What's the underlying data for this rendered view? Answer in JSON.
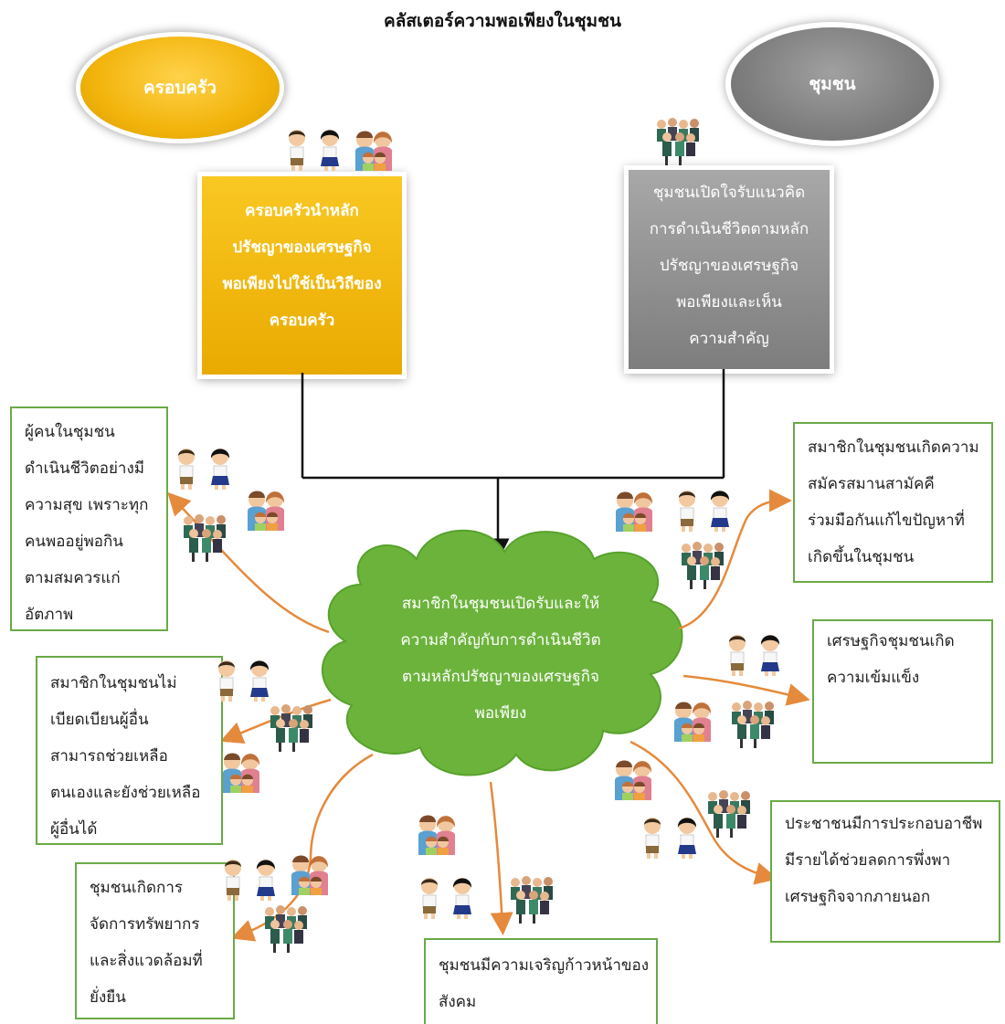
{
  "title": "คลัสเตอร์ความพอเพียงในชุมชน",
  "ellipses": {
    "family": "ครอบครัว",
    "community": "ชุมชน"
  },
  "family_box": {
    "lines": [
      "ครอบครัวนำหลัก",
      "ปรัชญาของเศรษฐกิจ",
      "พอเพียงไปใช้เป็นวิถีของ",
      "ครอบครัว"
    ]
  },
  "community_box": {
    "lines": [
      "ชุมชนเปิดใจรับแนวคิด",
      "การดำเนินชีวิตตามหลัก",
      "ปรัชญาของเศรษฐกิจ",
      "พอเพียงและเห็น",
      "ความสำคัญ"
    ]
  },
  "cloud": {
    "lines": [
      "สมาชิกในชุมชนเปิดรับและให้",
      "ความสำคัญกับการดำเนินชีวิต",
      "ตามหลักปรัชญาของเศรษฐกิจ",
      "พอเพียง"
    ]
  },
  "outcomes": {
    "happy": [
      "ผู้คนในชุมชน",
      "ดำเนินชีวิตอย่างมี",
      "ความสุข เพราะทุก",
      "คนพออยู่พอกิน",
      "ตามสมควรแก่",
      "อัตภาพ"
    ],
    "no_exploit": [
      "สมาชิกในชุมชนไม่",
      "เบียดเบียนผู้อื่น",
      "สามารถช่วยเหลือ",
      "ตนเองและยังช่วยเหลือ",
      "ผู้อื่นได้"
    ],
    "resources": [
      "ชุมชนเกิดการ",
      "จัดการทรัพยากร",
      "และสิ่งแวดล้อมที่",
      "ยั่งยืน"
    ],
    "progress": [
      "ชุมชนมีความเจริญก้าวหน้าของ",
      "สังคม"
    ],
    "unity": [
      "สมาชิกในชุมชนเกิดความ",
      "สมัครสมานสามัคคี",
      "ร่วมมือกันแก้ไขปัญหาที่",
      "เกิดขึ้นในชุมชน"
    ],
    "economy": [
      "เศรษฐกิจชุมชนเกิด",
      "ความเข้มแข็ง"
    ],
    "income": [
      "ประชาชนมีการประกอบอาชีพ",
      "มีรายได้ช่วยลดการพึ่งพา",
      "เศรษฐกิจจากภายนอก"
    ]
  },
  "colors": {
    "family": "#f2b40c",
    "community": "#7e7e7e",
    "cloud": "#6cb33c",
    "outcome_border": "#6aaa46",
    "arrow": "#e58a3c"
  },
  "icons": [
    "kids-icon",
    "family-icon",
    "crowd-icon"
  ]
}
